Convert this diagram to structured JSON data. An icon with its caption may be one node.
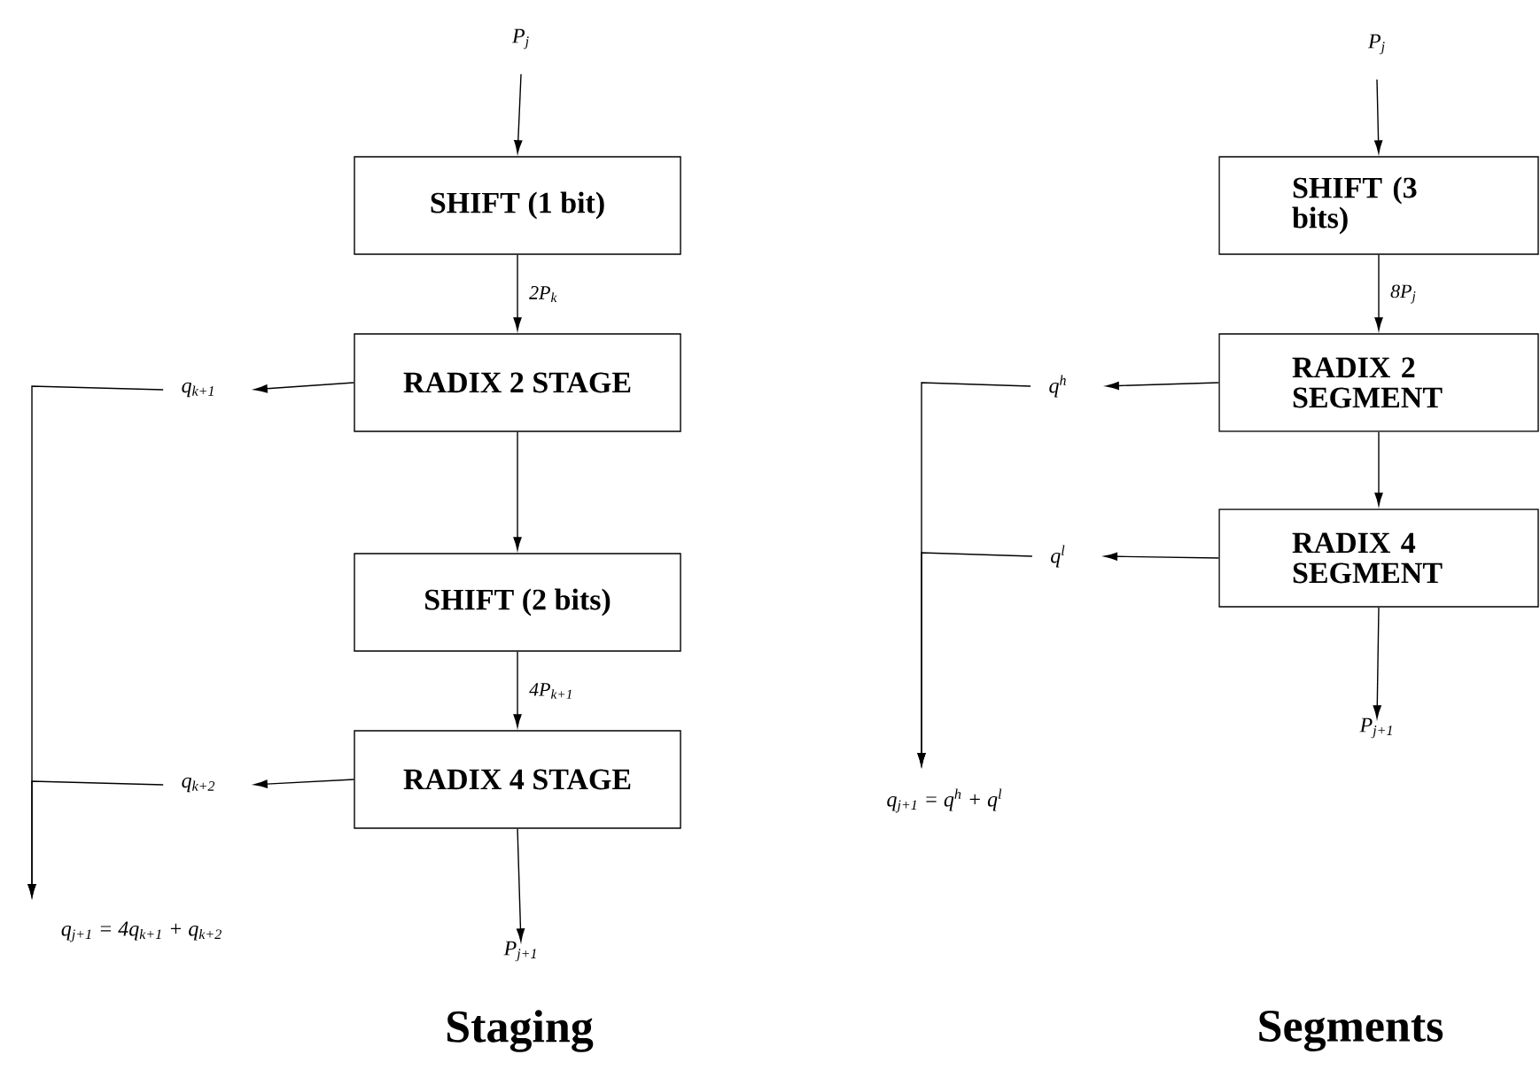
{
  "diagram": {
    "nodes": [
      {
        "text": [
          "P$_{j}$"
        ]
      },
      {
        "text": [
          "SHIFT (1 bit)"
        ]
      },
      {
        "text": [
          "RADIX 2 STAGE"
        ]
      },
      {
        "text": [
          "q$_{k+1}$"
        ]
      },
      {
        "text": [
          "SHIFT (2 bits)"
        ]
      },
      {
        "text": [
          "RADIX 4 STAGE"
        ]
      },
      {
        "text": [
          "q$_{k+2}$"
        ]
      },
      {
        "text": [
          "q$_{j+1}$ = 4q$_{k+1}$ + q$_{k+2}$"
        ]
      },
      {
        "text": [
          "P$_{j+1}$"
        ]
      },
      {
        "text": [
          "P$_{j}$"
        ]
      },
      {
        "text": [
          "SHIFT (3 bits)"
        ]
      },
      {
        "text": [
          "RADIX 2 SEGMENT"
        ]
      },
      {
        "text": [
          "q$^{h}$"
        ]
      },
      {
        "text": [
          "RADIX 4 SEGMENT"
        ]
      },
      {
        "text": [
          "q$^{l}$"
        ]
      },
      {
        "text": [
          "P$_{j+1}$"
        ]
      },
      {
        "text": [
          "q$_{j+1}$ = q$^{h}$ + q$^{l}$"
        ]
      }
    ],
    "edges": [
      {
        "from": 0,
        "to": 1,
        "arrow": "to"
      },
      {
        "from": 1,
        "to": 2,
        "arrow": "to",
        "label": "2P$_{k}$"
      },
      {
        "from": 2,
        "to": 3,
        "arrow": "to"
      },
      {
        "from": 2,
        "to": 4,
        "arrow": "to"
      },
      {
        "from": 4,
        "to": 5,
        "arrow": "to",
        "label": "4P$_{k+1}$"
      },
      {
        "from": 5,
        "to": 6,
        "arrow": "to"
      },
      {
        "from": 5,
        "to": 8,
        "arrow": "to"
      },
      {
        "from": 3,
        "to": 7,
        "arrow": "to"
      },
      {
        "from": 6,
        "to": 7,
        "arrow": "to"
      },
      {
        "from": 9,
        "to": 10,
        "arrow": "to"
      },
      {
        "from": 10,
        "to": 11,
        "arrow": "to",
        "label": "8P$_{j}$"
      },
      {
        "from": 11,
        "to": 12,
        "arrow": "to"
      },
      {
        "from": 11,
        "to": 13,
        "arrow": "to"
      },
      {
        "from": 13,
        "to": 14,
        "arrow": "to"
      },
      {
        "from": 13,
        "to": 15,
        "arrow": "to"
      },
      {
        "from": 12,
        "to": 16,
        "arrow": "to"
      },
      {
        "from": 14,
        "to": 16,
        "arrow": "to"
      }
    ],
    "labels": [
      "Staging",
      "Segments"
    ]
  }
}
